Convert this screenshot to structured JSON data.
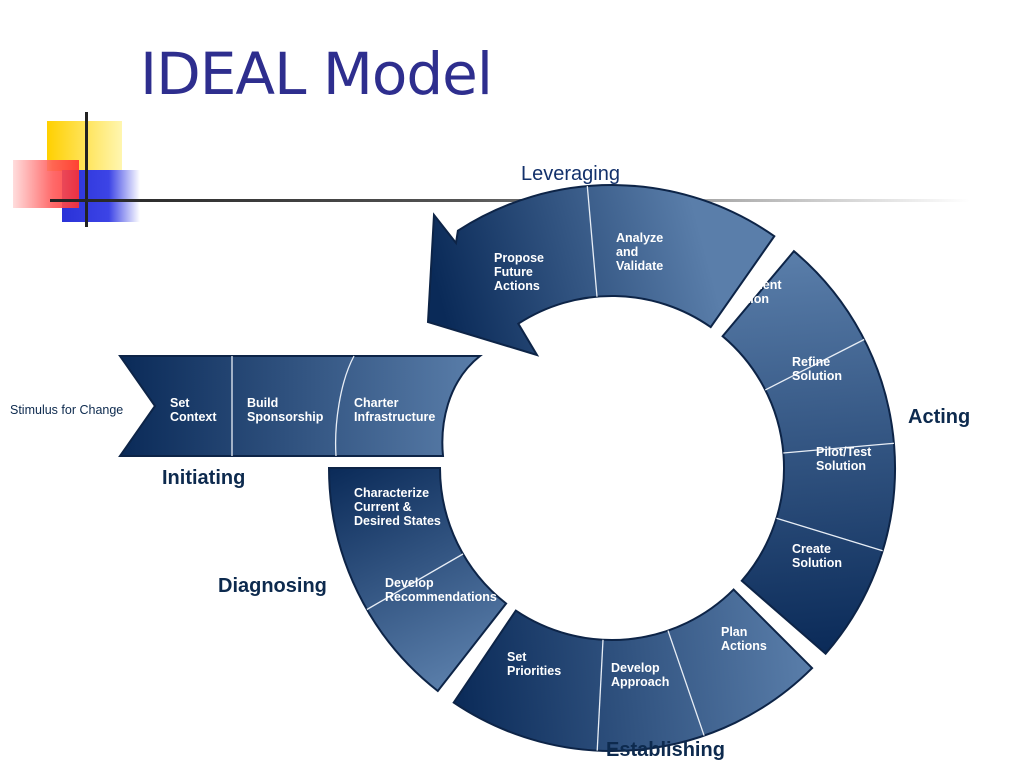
{
  "title": "IDEAL Model",
  "stimulus": "Stimulus for Change",
  "phases": {
    "initiating": "Initiating",
    "diagnosing": "Diagnosing",
    "establishing": "Establishing",
    "acting": "Acting",
    "leveraging": "Leveraging"
  },
  "initiating_steps": [
    [
      "Set",
      "Context"
    ],
    [
      "Build",
      "Sponsorship"
    ],
    [
      "Charter",
      "Infrastructure"
    ]
  ],
  "diagnosing_steps": [
    [
      "Characterize",
      "Current &",
      "Desired States"
    ],
    [
      "Develop",
      "Recommendations"
    ]
  ],
  "establishing_steps": [
    [
      "Set",
      "Priorities"
    ],
    [
      "Develop",
      "Approach"
    ],
    [
      "Plan",
      "Actions"
    ]
  ],
  "acting_steps": [
    [
      "Create",
      "Solution"
    ],
    [
      "Pilot/Test",
      "Solution"
    ],
    [
      "Refine",
      "Solution"
    ],
    [
      "Implement",
      "Solution"
    ]
  ],
  "leveraging_steps": [
    [
      "Analyze",
      "and",
      "Validate"
    ],
    [
      "Propose",
      "Future",
      "Actions"
    ]
  ],
  "colors": {
    "title": "#2e2e8e",
    "segment_dark": "#0a2a58",
    "segment_light": "#5a7eaa",
    "outline": "#0d2447",
    "label": "#0d2a4e"
  }
}
